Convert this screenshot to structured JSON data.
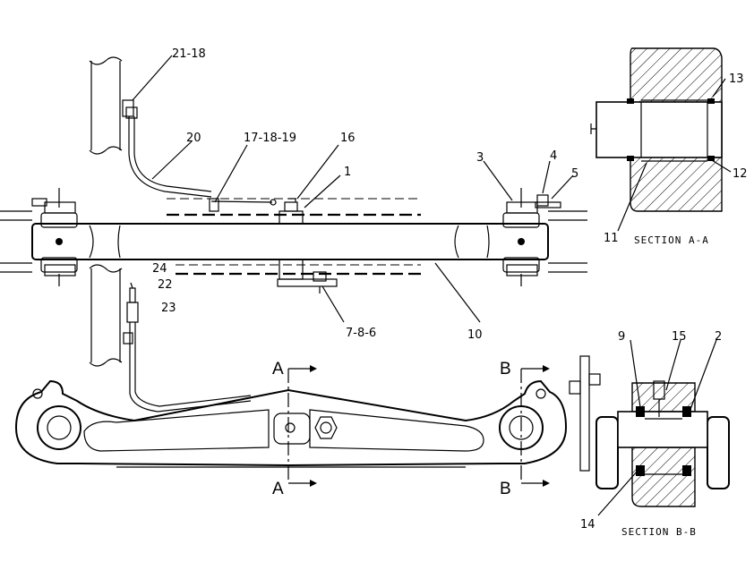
{
  "callouts": {
    "c21_18": "21-18",
    "c20": "20",
    "c17_18_19": "17-18-19",
    "c16": "16",
    "c1": "1",
    "c3": "3",
    "c4": "4",
    "c5": "5",
    "c24": "24",
    "c22": "22",
    "c23": "23",
    "c7_8_6": "7-8-6",
    "c10": "10",
    "c13": "13",
    "c12": "12",
    "c11": "11",
    "c9": "9",
    "c15": "15",
    "c2": "2",
    "c14": "14"
  },
  "section_labels": {
    "aa": "SECTION A-A",
    "bb": "SECTION B-B"
  },
  "cut_markers": {
    "a_top": "A",
    "a_bottom": "A",
    "b_top": "B",
    "b_bottom": "B"
  }
}
